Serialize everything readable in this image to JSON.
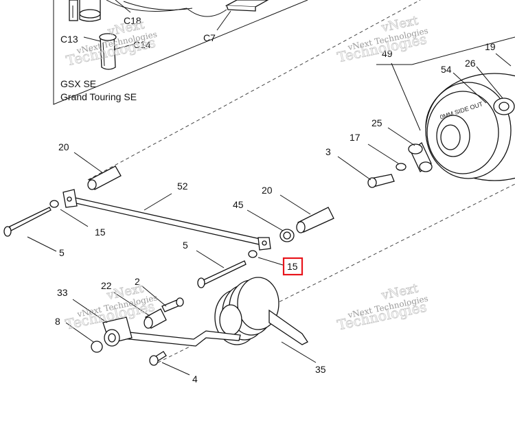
{
  "inset": {
    "labels": [
      "C18",
      "C13",
      "C14",
      "C7"
    ],
    "caption_line1": "GSX  SE",
    "caption_line2": "Grand Touring SE"
  },
  "callouts": {
    "p49": "49",
    "p19": "19",
    "p26": "26",
    "p54": "54",
    "p25": "25",
    "p17": "17",
    "p3": "3",
    "p20a": "20",
    "p52": "52",
    "p20b": "20",
    "p45": "45",
    "p15a": "15",
    "p5a": "5",
    "p5b": "5",
    "p15b": "15",
    "p33": "33",
    "p22": "22",
    "p2": "2",
    "p8": "8",
    "p35": "35",
    "p4": "4"
  },
  "highlight": {
    "callout": "15",
    "color": "#e8141b"
  },
  "wheel_text": "0MM SIDE OUT",
  "watermark": {
    "line1": "vNext",
    "line2": "Technologies",
    "small": "vNext Technologies"
  }
}
